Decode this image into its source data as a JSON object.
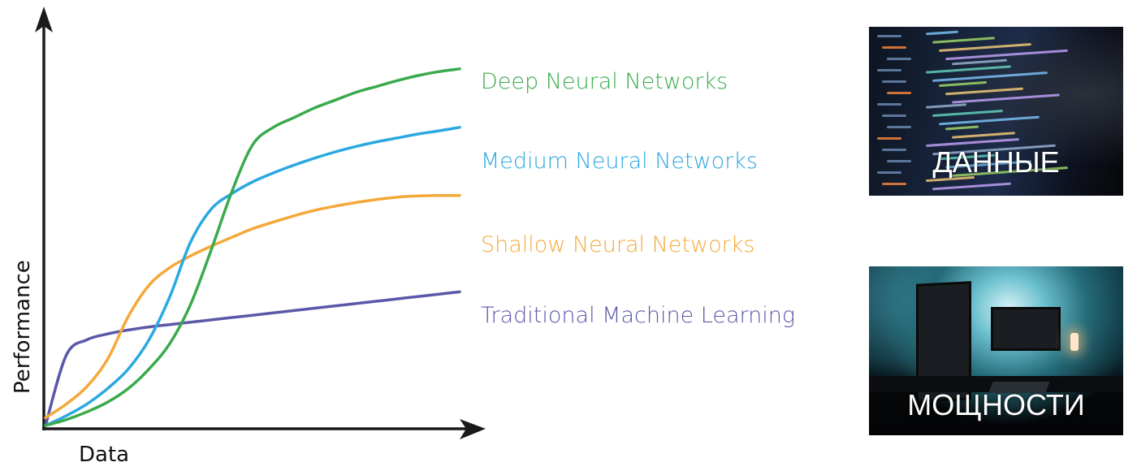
{
  "chart_data": {
    "type": "line",
    "title": "",
    "xlabel": "Data",
    "ylabel": "Performance",
    "xlim": [
      0,
      100
    ],
    "ylim": [
      0,
      100
    ],
    "grid": false,
    "ticks": false,
    "legend": "inline-right",
    "x": [
      0,
      5,
      10,
      15,
      20,
      25,
      30,
      35,
      40,
      45,
      50,
      55,
      60,
      65,
      70,
      75,
      80,
      85,
      90,
      95,
      100
    ],
    "series": [
      {
        "name": "Deep Neural Networks",
        "color": "#3aaa4c",
        "values": [
          0,
          1.5,
          3.5,
          6,
          9.5,
          14.5,
          21,
          31,
          45,
          60,
          72,
          76.5,
          79,
          81.5,
          83.5,
          85.5,
          87,
          88.5,
          89.8,
          90.8,
          91.5
        ]
      },
      {
        "name": "Medium Neural Networks",
        "color": "#2ba8e0",
        "values": [
          0,
          2.5,
          5.5,
          9.5,
          14.5,
          22,
          33,
          47,
          55.5,
          59.5,
          62.5,
          64.8,
          66.8,
          68.6,
          70.2,
          71.6,
          72.8,
          73.8,
          74.8,
          75.6,
          76.5
        ]
      },
      {
        "name": "Shallow Neural Networks",
        "color": "#f5a83a",
        "values": [
          2,
          5.5,
          10,
          17,
          28,
          36,
          40.5,
          43.5,
          46,
          48.3,
          50.5,
          52.2,
          53.8,
          55.2,
          56.3,
          57.2,
          58,
          58.6,
          58.9,
          59,
          59
        ]
      },
      {
        "name": "Traditional Machine Learning",
        "color": "#5b58a8",
        "values": [
          0,
          18,
          22,
          23.5,
          24.5,
          25.3,
          25.9,
          26.5,
          27.1,
          27.7,
          28.3,
          28.9,
          29.5,
          30.1,
          30.7,
          31.3,
          31.9,
          32.5,
          33.1,
          33.7,
          34.3
        ]
      }
    ]
  },
  "photos": [
    {
      "caption": "ДАННЫЕ",
      "subject": "laptop-code-screen"
    },
    {
      "caption": "МОЩНОСТИ",
      "subject": "desk-monitors-setup"
    }
  ]
}
